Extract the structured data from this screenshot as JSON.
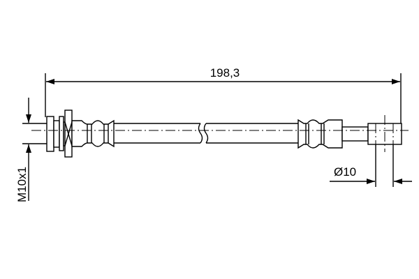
{
  "drawing": {
    "overall_length_label": "198,3",
    "thread_label": "M10x1",
    "diameter_label": "Ø10",
    "line_color": "#000000",
    "background_color": "#ffffff"
  }
}
